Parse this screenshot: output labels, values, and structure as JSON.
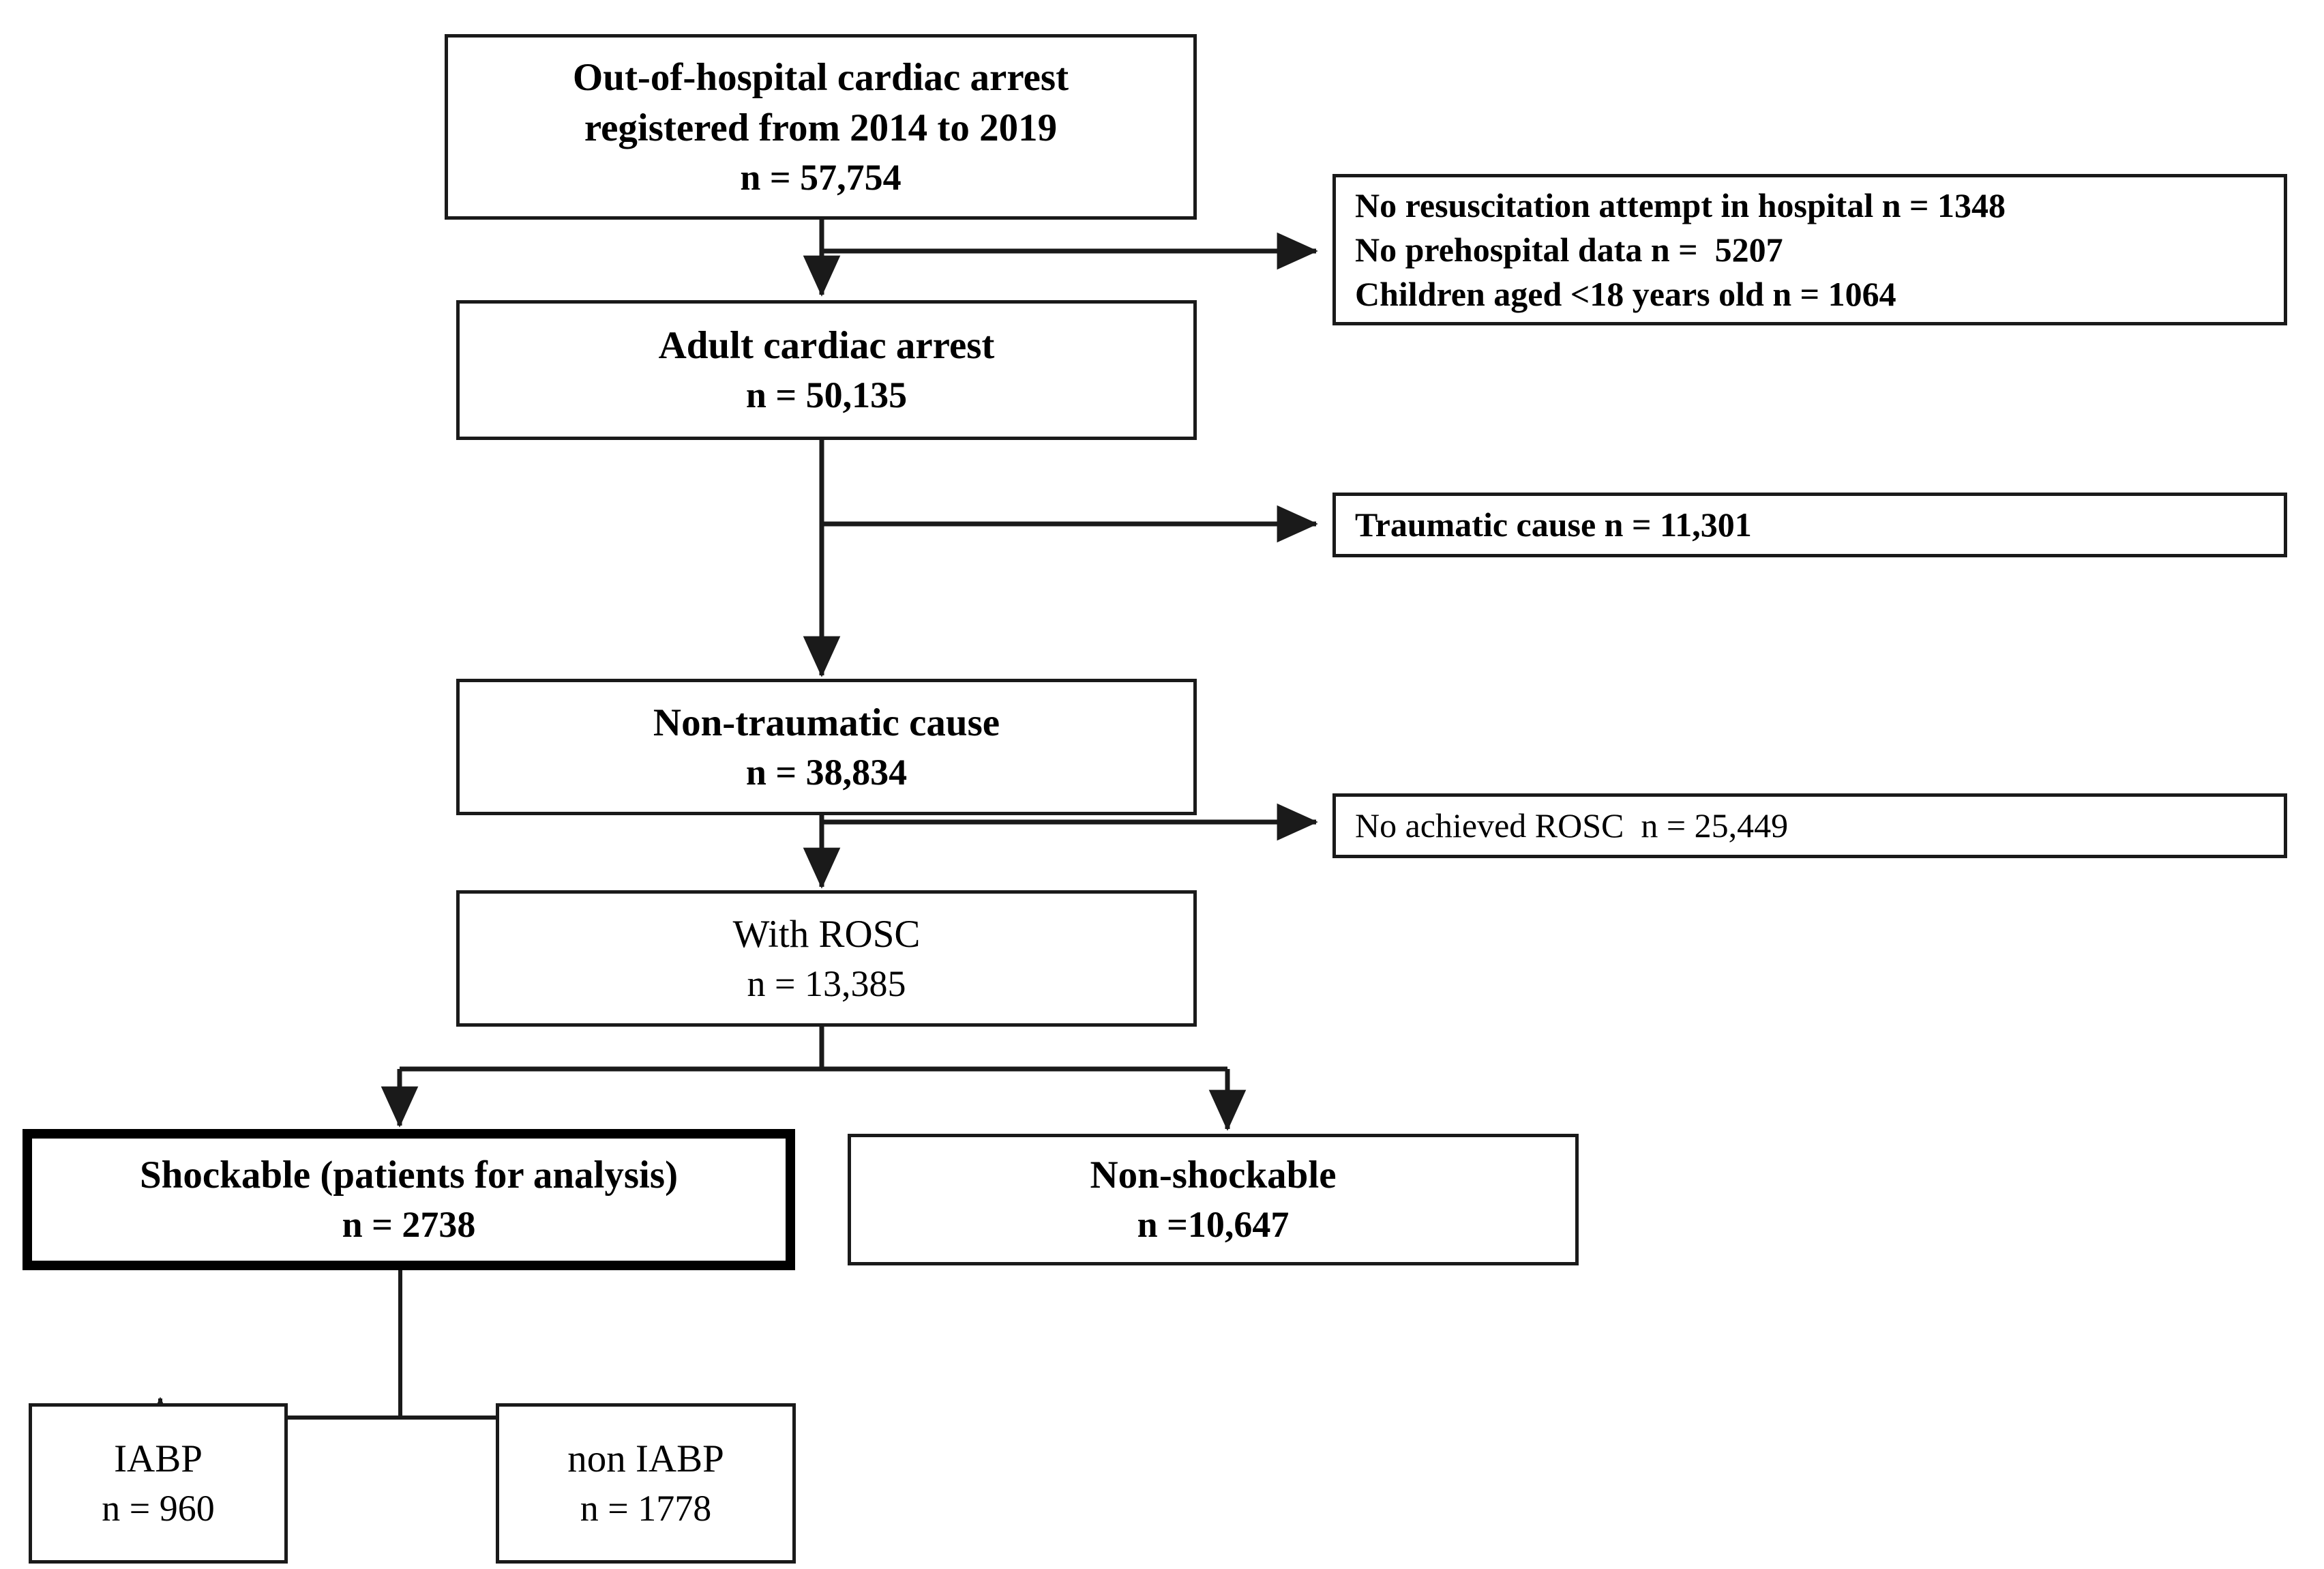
{
  "figure": {
    "type": "flowchart",
    "subject": "Patient selection flow diagram for out-of-hospital cardiac arrest cohort"
  },
  "nodes": {
    "source": {
      "title_line1": "Out-of-hospital cardiac arrest",
      "title_line2": "registered from 2014 to 2019",
      "count": "n = 57,754",
      "bold": true
    },
    "adult": {
      "title_line1": "Adult cardiac arrest",
      "count": "n = 50,135",
      "bold": true
    },
    "nontraumatic": {
      "title_line1": "Non-traumatic cause",
      "count": "n = 38,834",
      "bold": true
    },
    "with_rosc": {
      "title_line1": "With ROSC",
      "count": "n = 13,385",
      "bold": false
    },
    "shockable": {
      "title_line1": "Shockable (patients for analysis)",
      "count": "n = 2738",
      "bold": true
    },
    "nonshockable": {
      "title_line1": "Non-shockable",
      "count": "n =10,647",
      "bold": true
    },
    "iabp": {
      "title_line1": "IABP",
      "count": "n = 960",
      "bold": false
    },
    "non_iabp": {
      "title_line1": "non IABP",
      "count": "n = 1778",
      "bold": false
    }
  },
  "exclusions": {
    "first": {
      "line1": "No resuscitation attempt in hospital n = 1348",
      "line2": "No prehospital data n =  5207",
      "line3": "Children aged <18 years old n = 1064",
      "bold": true
    },
    "traumatic": {
      "line1": "Traumatic cause n = 11,301",
      "bold": true
    },
    "no_rosc": {
      "line1": "No achieved ROSC  n = 25,449",
      "bold": false
    }
  },
  "style": {
    "line_color": "#1a1a1a",
    "box_fill": "#ffffff",
    "text_color": "#000000"
  }
}
